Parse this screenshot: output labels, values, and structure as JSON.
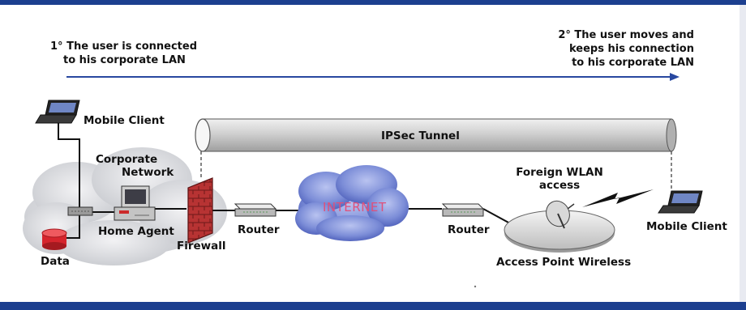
{
  "steps": {
    "step1": {
      "line1": "1° The user is connected",
      "line2": "to his corporate LAN"
    },
    "step2": {
      "line1": "2° The user moves and",
      "line2": "keeps his connection",
      "line3": "to his corporate LAN"
    }
  },
  "tunnel_label": "IPSec Tunnel",
  "internet_label": "INTERNET",
  "nodes": {
    "mobile_client_left": "Mobile Client",
    "corporate_network_line1": "Corporate",
    "corporate_network_line2": "Network",
    "home_agent": "Home Agent",
    "firewall": "Firewall",
    "data": "Data",
    "router_left": "Router",
    "router_right": "Router",
    "foreign_wlan_line1": "Foreign WLAN",
    "foreign_wlan_line2": "access",
    "access_point": "Access Point Wireless",
    "mobile_client_right": "Mobile Client"
  },
  "colors": {
    "frame": "#1c3f8f",
    "arrow": "#2848a0",
    "tunnel": "#d4d4d4",
    "firewall_brick": "#c23a3a",
    "internet_cloud": "#6d7fd0",
    "internet_text": "#e0507a",
    "database": "#d6252d"
  }
}
